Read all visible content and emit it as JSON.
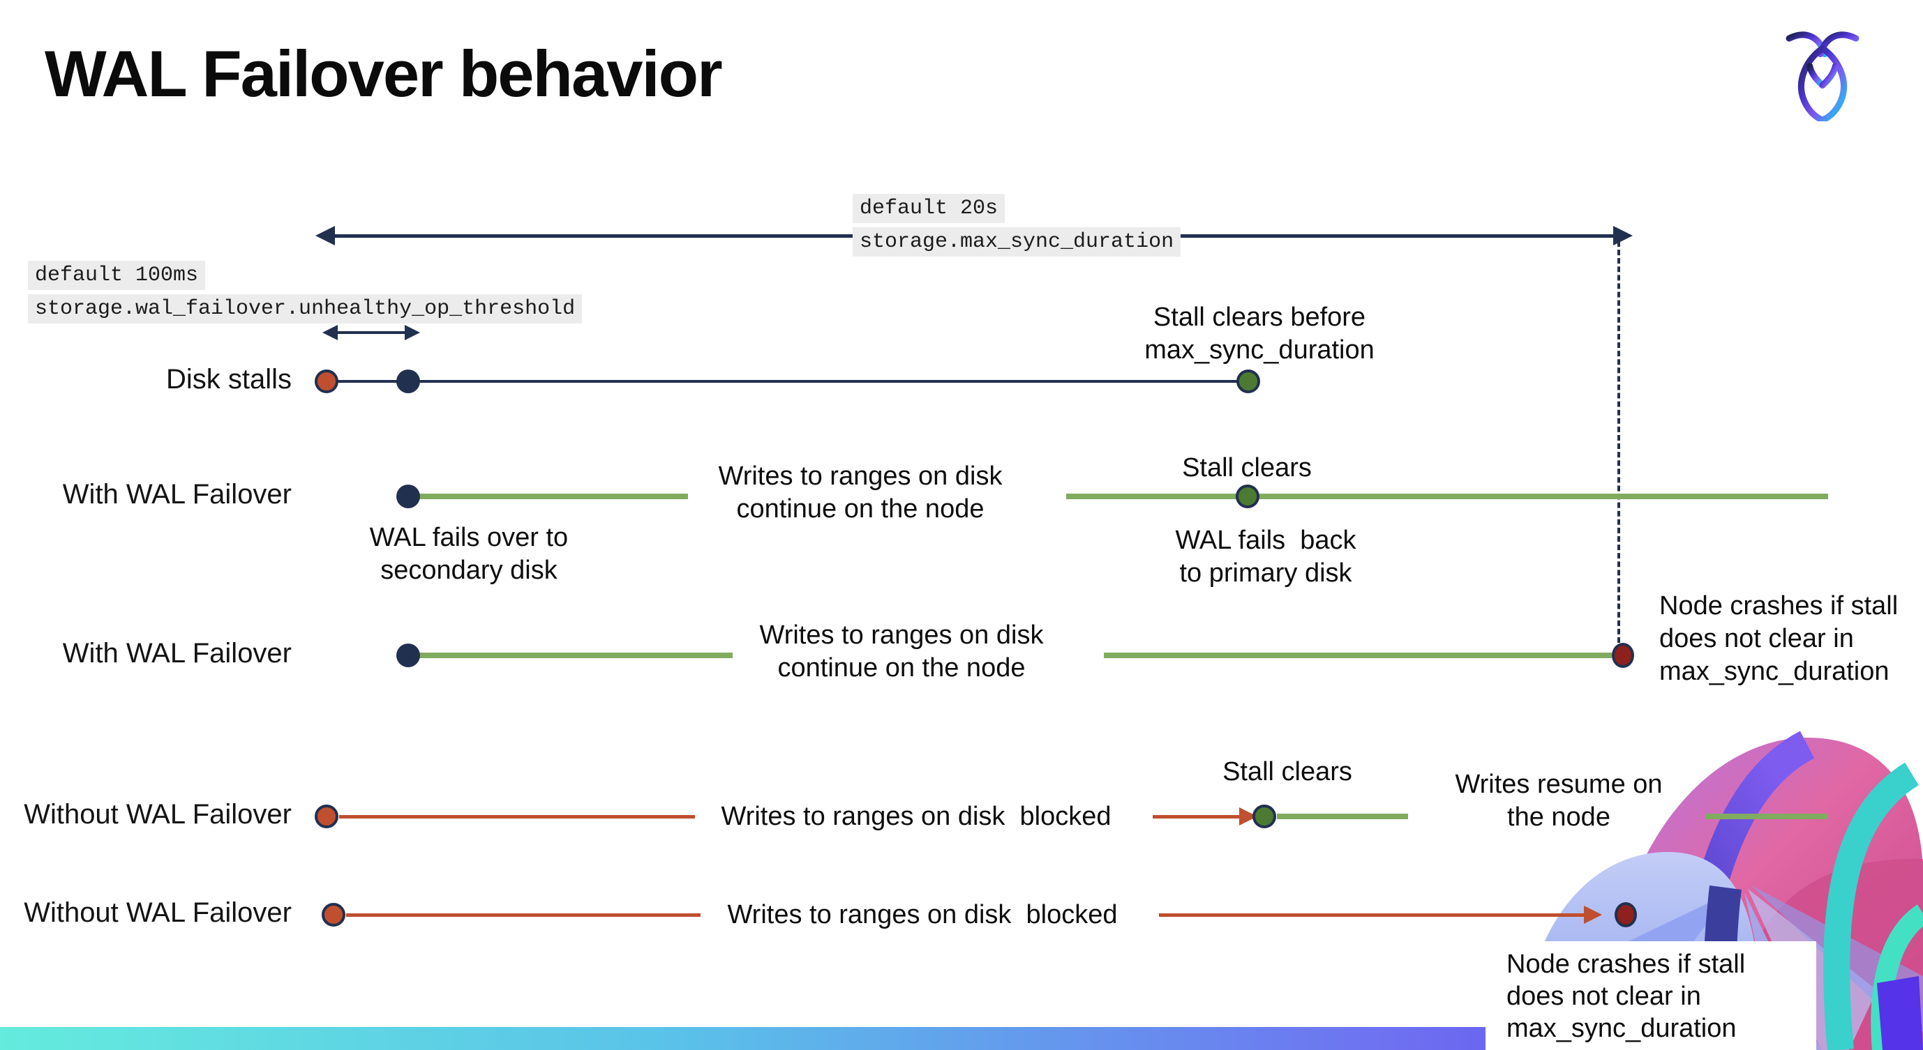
{
  "slide": {
    "title": "WAL Failover behavior"
  },
  "annotations": {
    "max_sync": {
      "line1": "default 20s",
      "line2": "storage.max_sync_duration"
    },
    "unhealthy_op": {
      "line1": "default 100ms",
      "line2": "storage.wal_failover.unhealthy_op_threshold"
    },
    "stall_clears_before": "Stall clears before\nmax_sync_duration",
    "stall_clears": "Stall clears",
    "wal_fails_over": "WAL fails over to\nsecondary disk",
    "wal_fails_back": "WAL fails  back\nto primary disk",
    "writes_continue": "Writes to ranges on disk\ncontinue on the node",
    "writes_blocked": "Writes to ranges on disk  blocked",
    "writes_resume": "Writes resume on\nthe node",
    "node_crashes": "Node crashes if stall\ndoes not clear in\nmax_sync_duration"
  },
  "rows": [
    {
      "label": "Disk stalls"
    },
    {
      "label": "With WAL Failover"
    },
    {
      "label": "With WAL Failover"
    },
    {
      "label": "Without WAL Failover"
    },
    {
      "label": "Without WAL Failover"
    }
  ],
  "colors": {
    "navy": "#22304f",
    "green_line": "#81ab5f",
    "green_dot": "#4c7a33",
    "red": "#bf4f2e",
    "dark_red": "#8e201d",
    "label_bg": "#ececec",
    "bottom_bar_gradient": [
      "#64ebdd",
      "#5ac2e9",
      "#6e72f1",
      "#5a36ec"
    ]
  }
}
